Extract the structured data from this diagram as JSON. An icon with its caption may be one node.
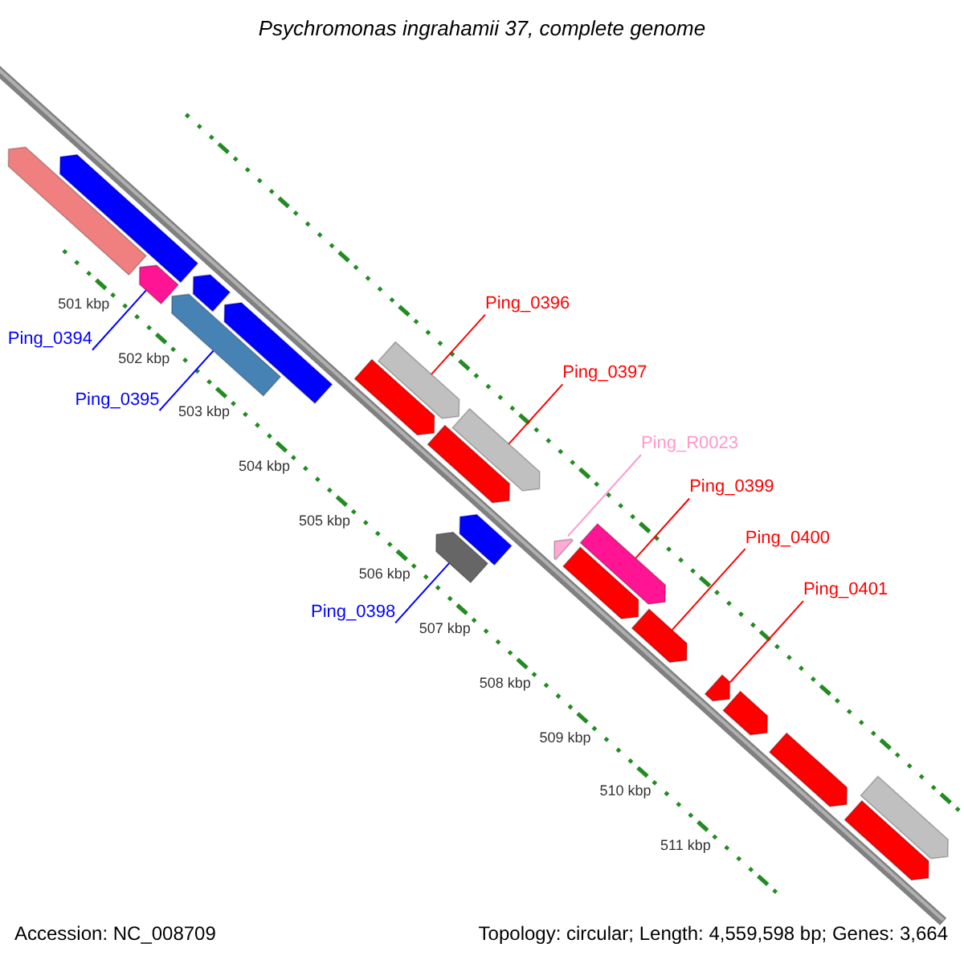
{
  "diagram": {
    "title": "Psychromonas ingrahamii 37, complete genome",
    "nodes": [
      {
        "text": [],
        "shape": "arrow"
      },
      {
        "text": [],
        "shape": "arrow"
      },
      {
        "text": [],
        "shape": "arrow"
      },
      {
        "text": [],
        "shape": "arrow"
      },
      {
        "text": [],
        "shape": "arrow"
      },
      {
        "text": [],
        "shape": "arrow"
      },
      {
        "text": [],
        "shape": "arrow"
      },
      {
        "text": [],
        "shape": "arrow"
      },
      {
        "text": [],
        "shape": "arrow"
      },
      {
        "text": [],
        "shape": "arrow"
      },
      {
        "text": [],
        "shape": "arrow"
      },
      {
        "text": [],
        "shape": "arrow"
      },
      {
        "text": [],
        "shape": "arrow"
      },
      {
        "text": [],
        "shape": "arrow"
      },
      {
        "text": [],
        "shape": "arrow"
      },
      {
        "text": [],
        "shape": "arrow"
      },
      {
        "text": [],
        "shape": "arrow"
      },
      {
        "text": [],
        "shape": "arrow"
      },
      {
        "text": [],
        "shape": "arrow"
      },
      {
        "text": [],
        "shape": "arrow"
      },
      {
        "text": [],
        "shape": "arrow"
      },
      {
        "text": [
          "Ping_0396"
        ]
      },
      {
        "text": [
          "Ping_0397"
        ]
      },
      {
        "text": [
          "Ping_0394"
        ]
      },
      {
        "text": [
          "Ping_R0023"
        ]
      },
      {
        "text": [
          "Ping_0395"
        ]
      },
      {
        "text": [
          "Ping_0399"
        ]
      },
      {
        "text": [
          "Ping_0400"
        ]
      },
      {
        "text": [
          "Ping_0401"
        ]
      },
      {
        "text": [
          "Ping_0398"
        ]
      }
    ],
    "edges": [
      {
        "from": 21,
        "to": 7,
        "arrow": "none"
      },
      {
        "from": 22,
        "to": 11,
        "arrow": "none"
      },
      {
        "from": 23,
        "to": 2,
        "arrow": "none",
        "color": "#0000ff"
      },
      {
        "from": 24,
        "to": 12,
        "arrow": "none",
        "color": "#ff99cc"
      },
      {
        "from": 25,
        "to": 3,
        "arrow": "none",
        "color": "#0000ff"
      },
      {
        "from": 26,
        "to": 14,
        "arrow": "none"
      },
      {
        "from": 27,
        "to": 15,
        "arrow": "none"
      },
      {
        "from": 28,
        "to": 16,
        "arrow": "none"
      },
      {
        "from": 29,
        "to": 9,
        "arrow": "none",
        "color": "#0000ff"
      }
    ],
    "labels": [
      "501 kbp",
      "502 kbp",
      "503 kbp",
      "504 kbp",
      "505 kbp",
      "506 kbp",
      "507 kbp",
      "508 kbp",
      "509 kbp",
      "510 kbp",
      "511 kbp",
      "Accession: NC_008709",
      "Topology: circular; Length: 4,559,598 bp; Genes: 3,664"
    ]
  }
}
